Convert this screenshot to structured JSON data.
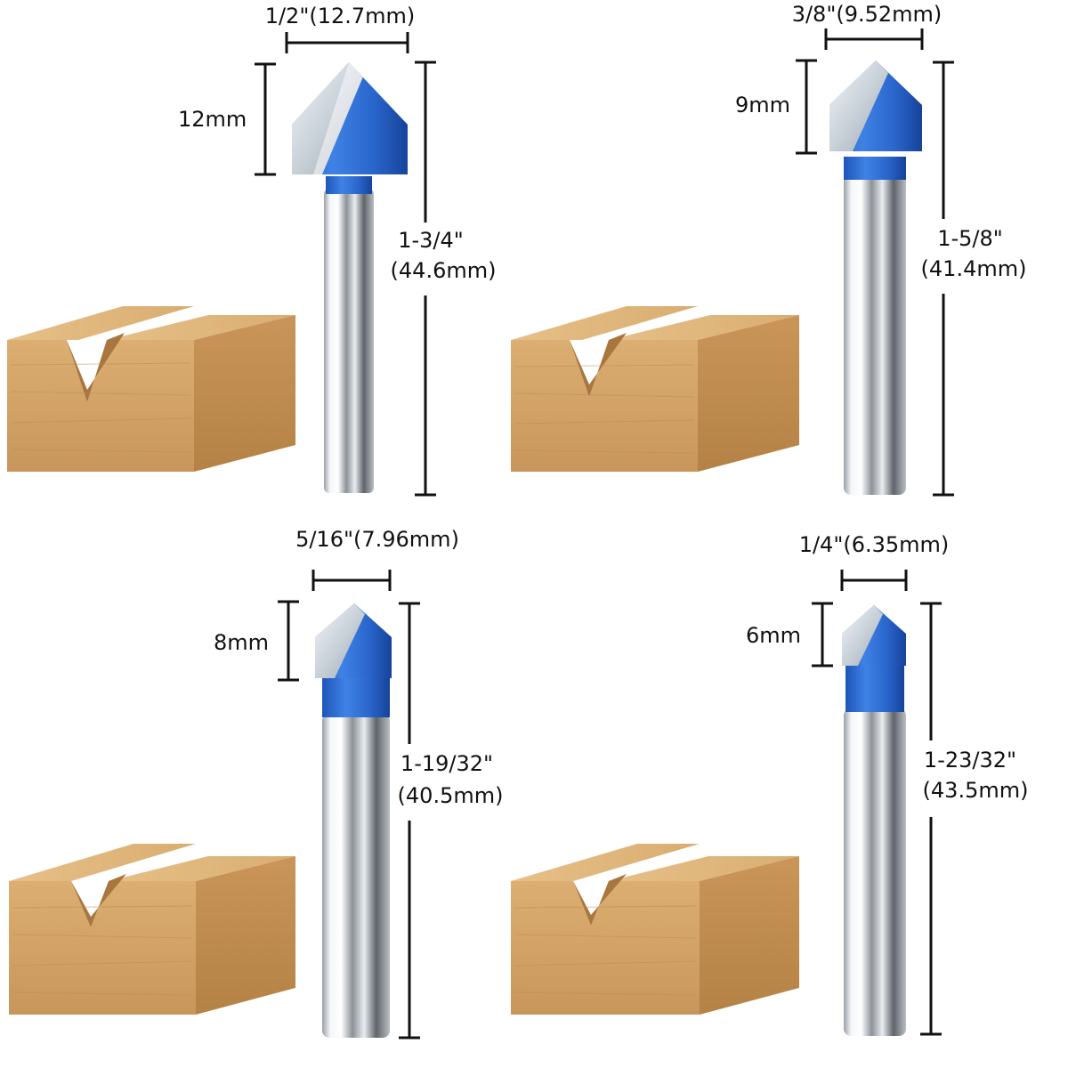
{
  "colors": {
    "cutter_blue": "#2f6fd6",
    "cutter_blue_dark": "#1a4fa8",
    "carbide": "#d8dfe6",
    "shank_light": "#f1f3f5",
    "shank_dark": "#6c7178",
    "wood_face": "#d2a56b",
    "wood_top": "#e0b97e",
    "dimension_line": "#111111"
  },
  "bits": [
    {
      "cut_diameter": "1/2\"(12.7mm)",
      "cut_height": "12mm",
      "overall_length_in": "1-3/4\"",
      "overall_length_mm": "(44.6mm)"
    },
    {
      "cut_diameter": "3/8\"(9.52mm)",
      "cut_height": "9mm",
      "overall_length_in": "1-5/8\"",
      "overall_length_mm": "(41.4mm)"
    },
    {
      "cut_diameter": "5/16\"(7.96mm)",
      "cut_height": "8mm",
      "overall_length_in": "1-19/32\"",
      "overall_length_mm": "(40.5mm)"
    },
    {
      "cut_diameter": "1/4\"(6.35mm)",
      "cut_height": "6mm",
      "overall_length_in": "1-23/32\"",
      "overall_length_mm": "(43.5mm)"
    }
  ]
}
